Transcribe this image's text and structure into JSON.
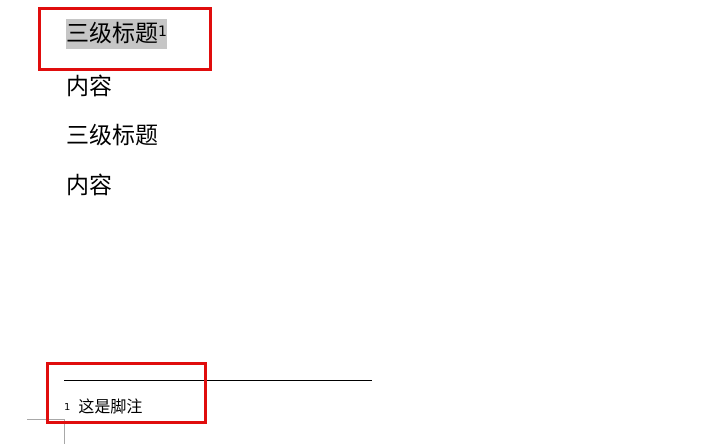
{
  "document": {
    "paragraphs": [
      {
        "text": "三级标题",
        "style": "heading3",
        "footnote_ref": "1",
        "highlighted": true
      },
      {
        "text": "内容",
        "style": "body"
      },
      {
        "text": "三级标题",
        "style": "heading3"
      },
      {
        "text": "内容",
        "style": "body"
      }
    ],
    "footnotes": [
      {
        "number": "1",
        "text": "这是脚注"
      }
    ]
  },
  "annotations": {
    "color": "#e00d0d",
    "boxes": [
      "heading-with-footnote-ref",
      "footnote-area"
    ]
  },
  "colors": {
    "selection_highlight": "#c6c6c6",
    "annotation_red": "#e00d0d"
  }
}
